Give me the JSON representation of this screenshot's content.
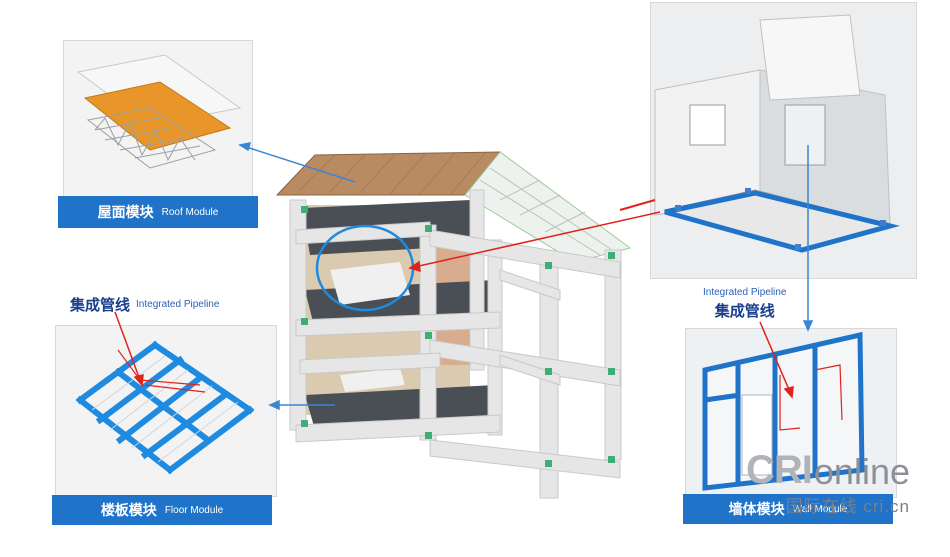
{
  "modules": {
    "roof": {
      "zh": "屋面模块",
      "en": "Roof Module"
    },
    "floor": {
      "zh": "楼板模块",
      "en": "Floor Module"
    },
    "wall": {
      "zh": "墙体模块",
      "en": "Wall Module"
    }
  },
  "pipeline_left": {
    "zh": "集成管线",
    "en": "Integrated Pipeline"
  },
  "pipeline_right": {
    "zh": "集成管线",
    "en": "Integrated Pipeline"
  },
  "watermark": {
    "brand": "CRI",
    "suffix": "online",
    "sub": "国际在线 cri.cn"
  },
  "colors": {
    "blue": "#1f73c9",
    "roof_orange": "#e8962a",
    "frame": "#e6e6e6",
    "accent_red": "#e0231b"
  }
}
